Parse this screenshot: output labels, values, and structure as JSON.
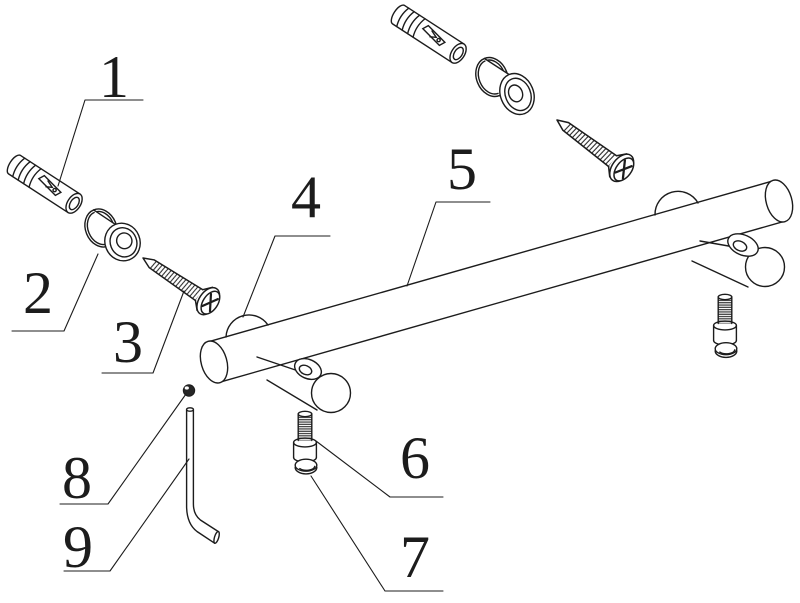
{
  "figure": {
    "background": "#ffffff",
    "line_color": "#1c1c1c",
    "callouts": [
      {
        "number": "1"
      },
      {
        "number": "2"
      },
      {
        "number": "3"
      },
      {
        "number": "4"
      },
      {
        "number": "5"
      },
      {
        "number": "6"
      },
      {
        "number": "7"
      },
      {
        "number": "8"
      },
      {
        "number": "9"
      }
    ]
  }
}
